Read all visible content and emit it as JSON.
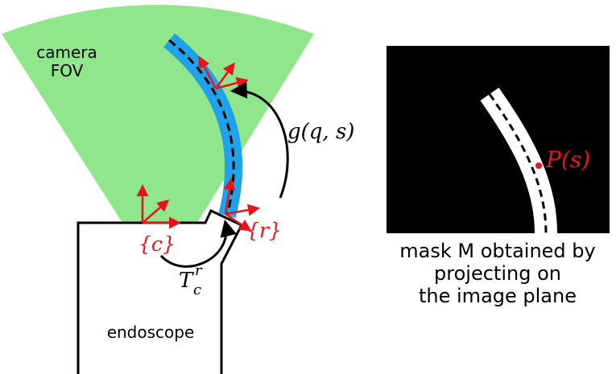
{
  "left_panel": {
    "fov_label_line1": "camera",
    "fov_label_line2": "FOV",
    "endoscope_label": "endoscope",
    "frame_c_label": "{c}",
    "frame_r_label": "{r}",
    "transform_label": "g(q, s)",
    "tc_base": "T",
    "tc_sub": "c",
    "tc_sup": "r"
  },
  "right_panel": {
    "point_label": "P(s)",
    "caption_line1": "mask M obtained by",
    "caption_line2": "projecting on",
    "caption_line3": "the image plane"
  },
  "colors": {
    "fov": "#90e68a",
    "tool": "#1fa2ea",
    "frame_axes": "#e8141c",
    "mask_background": "#000000",
    "mask_tool": "#ffffff",
    "outline": "#000000"
  }
}
